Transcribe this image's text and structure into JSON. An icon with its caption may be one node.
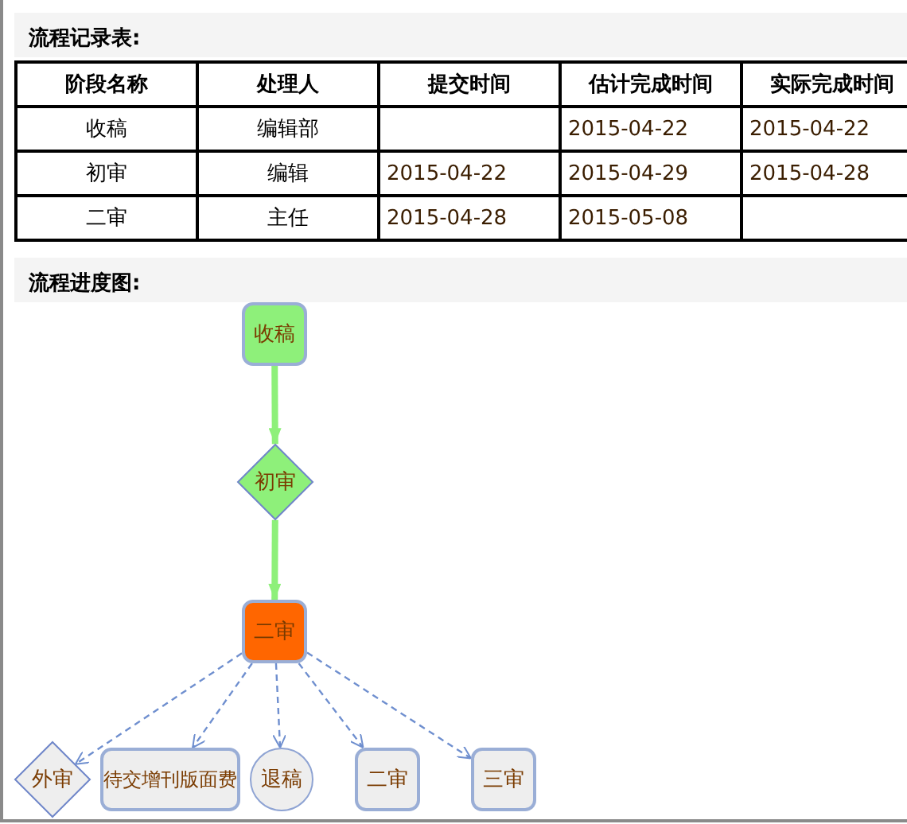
{
  "diagram": {
    "nodes": [
      {
        "text": [
          "收稿"
        ]
      },
      {
        "text": [
          "初审"
        ]
      },
      {
        "text": [
          "二审"
        ]
      },
      {
        "text": [
          "外审"
        ]
      },
      {
        "text": [
          "待交增刊版面费"
        ]
      },
      {
        "text": [
          "退稿"
        ]
      },
      {
        "text": [
          "二审"
        ]
      },
      {
        "text": [
          "三审"
        ]
      }
    ],
    "edges": [
      {
        "from": 0,
        "to": 1,
        "arrow": "to",
        "style": "thick",
        "color": "#8ef07a"
      },
      {
        "from": 1,
        "to": 2,
        "arrow": "to",
        "style": "thick",
        "color": "#8ef07a"
      },
      {
        "from": 2,
        "to": 3,
        "arrow": "to",
        "style": "dashed"
      },
      {
        "from": 2,
        "to": 4,
        "arrow": "to",
        "style": "dashed"
      },
      {
        "from": 2,
        "to": 5,
        "arrow": "to",
        "style": "dashed"
      },
      {
        "from": 2,
        "to": 6,
        "arrow": "to",
        "style": "dashed"
      },
      {
        "from": 2,
        "to": 7,
        "arrow": "to",
        "style": "dashed"
      }
    ],
    "labels": [
      "流程记录表:",
      "阶段名称",
      "处理人",
      "提交时间",
      "估计完成时间",
      "实际完成时间",
      "收稿",
      "编辑部",
      "2015-04-22",
      "2015-04-22",
      "初审",
      "编辑",
      "2015-04-22",
      "2015-04-29",
      "2015-04-28",
      "二审",
      "主任",
      "2015-04-28",
      "2015-05-08",
      "流程进度图:"
    ]
  }
}
